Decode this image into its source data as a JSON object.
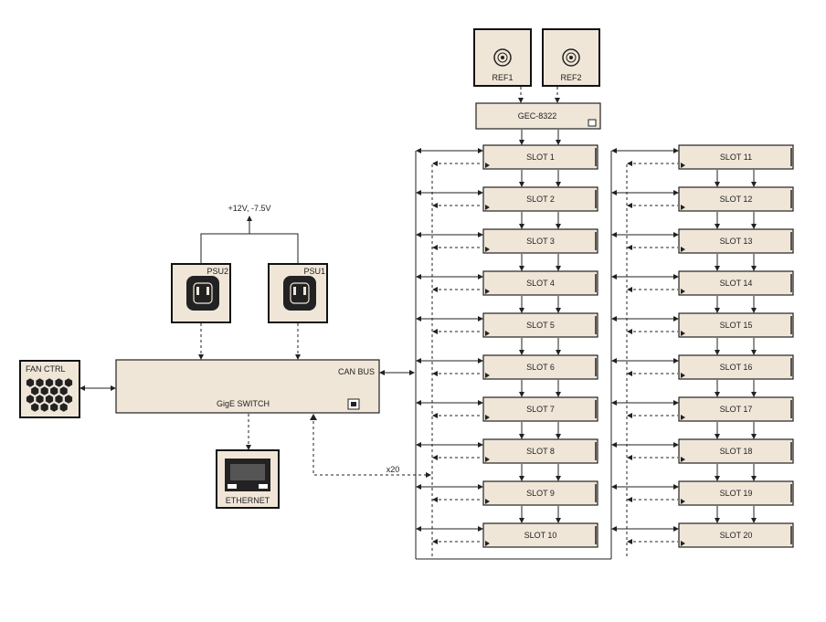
{
  "diagram": {
    "ref1_label": "REF1",
    "ref2_label": "REF2",
    "gec_label": "GEC-8322",
    "psu1_label": "PSU1",
    "psu2_label": "PSU2",
    "voltage_label": "+12V, -7.5V",
    "fan_ctrl_label": "FAN CTRL",
    "gige_switch_label": "GigE SWITCH",
    "can_bus_label": "CAN BUS",
    "ethernet_label": "ETHERNET",
    "multiplier_label": "x20",
    "slots_left": [
      "SLOT 1",
      "SLOT 2",
      "SLOT 3",
      "SLOT 4",
      "SLOT 5",
      "SLOT 6",
      "SLOT 7",
      "SLOT 8",
      "SLOT 9",
      "SLOT 10"
    ],
    "slots_right": [
      "SLOT 11",
      "SLOT 12",
      "SLOT 13",
      "SLOT 14",
      "SLOT 15",
      "SLOT 16",
      "SLOT 17",
      "SLOT 18",
      "SLOT 19",
      "SLOT 20"
    ]
  },
  "colors": {
    "box_fill": "#f0e6d8",
    "stroke": "#222222"
  }
}
